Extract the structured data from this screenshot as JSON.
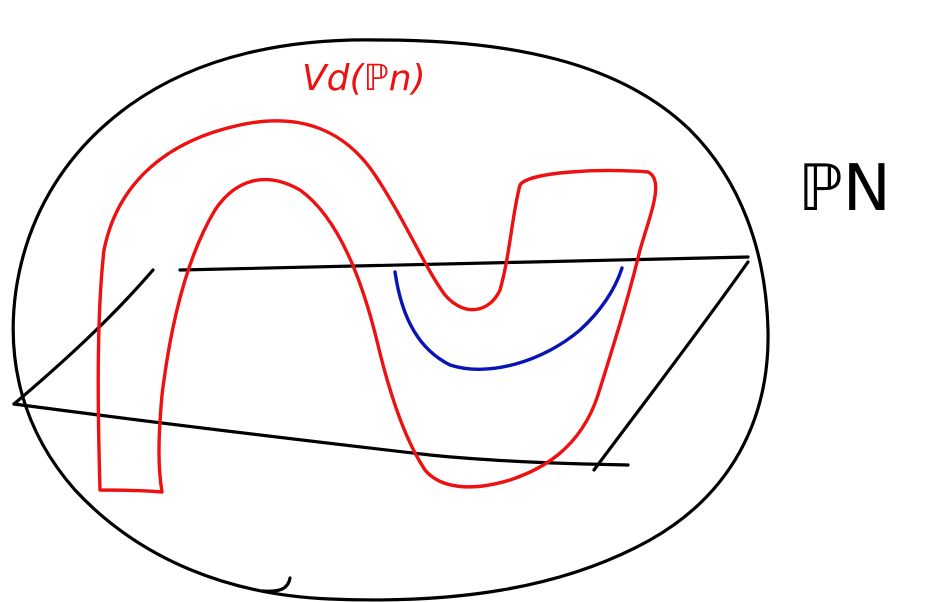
{
  "labels": {
    "variety": "Vd(ℙn)",
    "ambient_space": "ℙN"
  },
  "colors": {
    "background": "#ffffff",
    "ambient_ink": "#000000",
    "variety_ink": "#ee1111",
    "section_ink": "#0a14b4"
  },
  "strokes": [
    {
      "name": "ambient-ellipse",
      "color_key": "ambient_ink"
    },
    {
      "name": "hyperplane-parallelogram",
      "color_key": "ambient_ink"
    },
    {
      "name": "variety-surface",
      "color_key": "variety_ink"
    },
    {
      "name": "hyperplane-section-curve",
      "color_key": "section_ink"
    }
  ]
}
